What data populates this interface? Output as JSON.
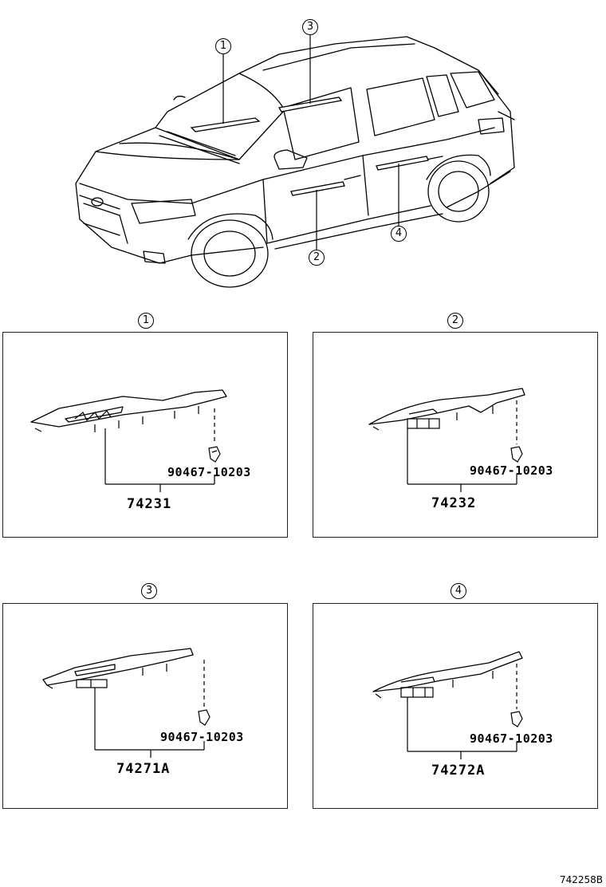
{
  "car_callouts": [
    "1",
    "3",
    "2",
    "4"
  ],
  "sections": [
    {
      "callout": "1",
      "clip_part": "90467-10203",
      "main_part": "74231"
    },
    {
      "callout": "2",
      "clip_part": "90467-10203",
      "main_part": "74232"
    },
    {
      "callout": "3",
      "clip_part": "90467-10203",
      "main_part": "74271A"
    },
    {
      "callout": "4",
      "clip_part": "90467-10203",
      "main_part": "74272A"
    }
  ],
  "diagram_ref": "742258B"
}
